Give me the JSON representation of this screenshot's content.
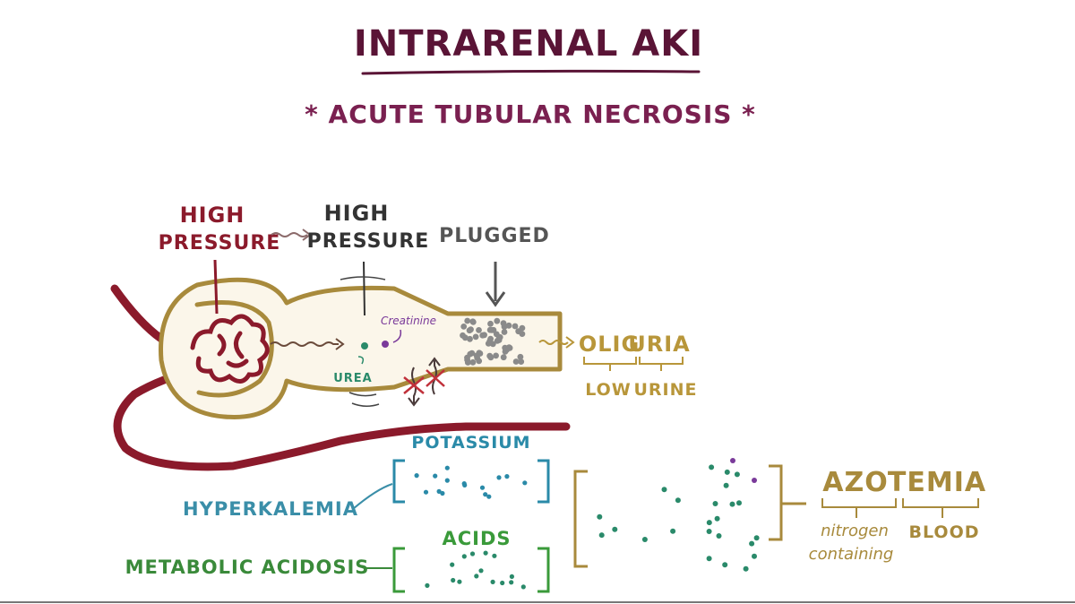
{
  "title": "INTRARENAL AKI",
  "subtitle": "* ACUTE TUBULAR NECROSIS *",
  "labels": {
    "high_pressure_1_line1": "HIGH",
    "high_pressure_1_line2": "PRESSURE",
    "high_pressure_2_line1": "HIGH",
    "high_pressure_2_line2": "PRESSURE",
    "plugged": "PLUGGED",
    "creatinine": "Creatinine",
    "urea": "UREA",
    "oliguria_part1": "OLIG",
    "oliguria_part2": "URIA",
    "low": "LOW",
    "urine": "URINE",
    "potassium": "POTASSIUM",
    "hyperkalemia": "HYPERKALEMIA",
    "acids": "ACIDS",
    "metabolic_acidosis": "METABOLIC ACIDOSIS",
    "azotemia_part1": "AZO",
    "azotemia_part2": "TEMIA",
    "nitrogen_line1": "nitrogen",
    "nitrogen_line2": "containing",
    "blood": "BLOOD"
  },
  "colors": {
    "title": "#5a1436",
    "subtitle": "#7a2050",
    "vessel": "#8b1a2b",
    "tubule": "#a88a3c",
    "tubule_fill": "#fbf6ea",
    "dark": "#333333",
    "plug_dots": "#8a8a8a",
    "oliguria": "#b8963a",
    "potassium": "#2a8aa8",
    "hyperkalemia": "#3a8ea8",
    "acids": "#3a9a3a",
    "green_dot": "#2a8a6a",
    "purple_dot": "#7a3a9a"
  }
}
